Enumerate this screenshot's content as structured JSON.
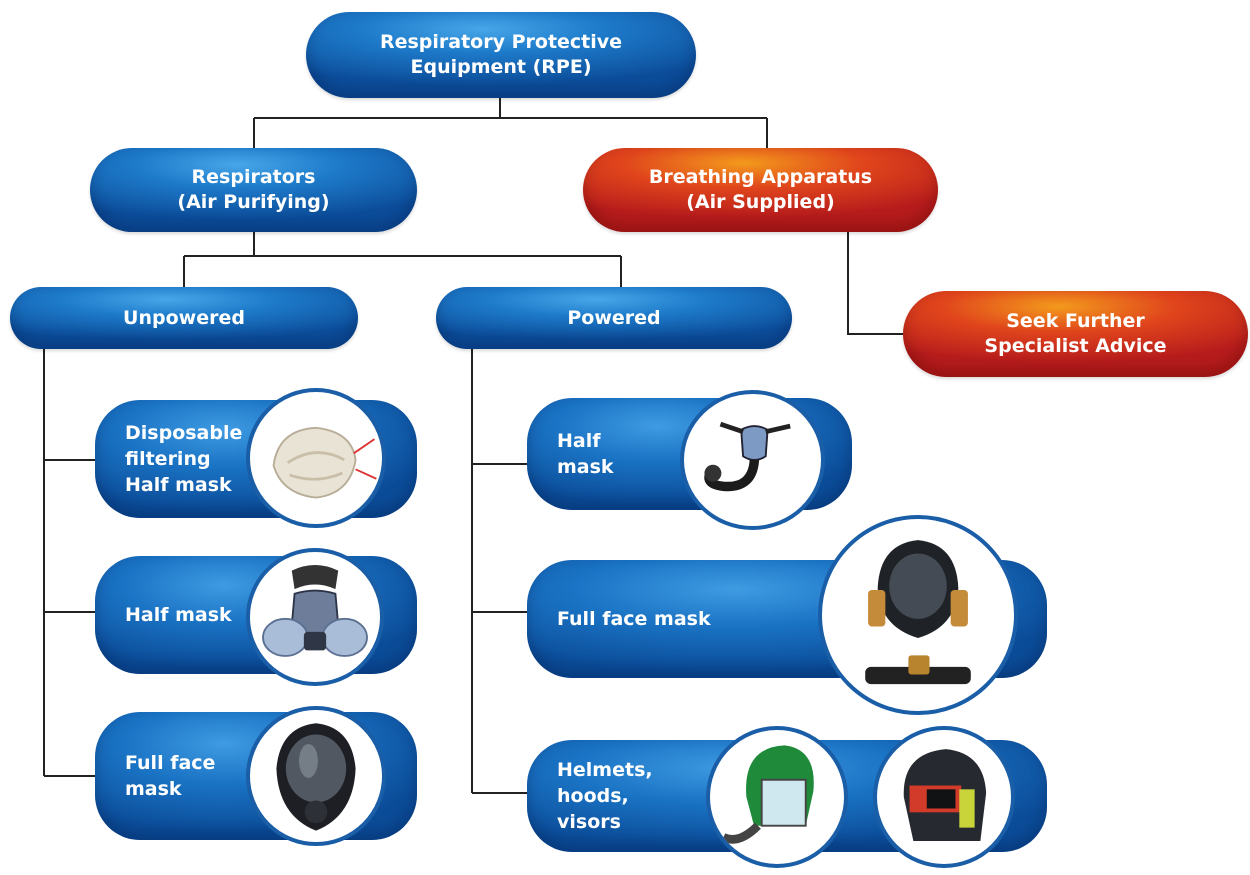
{
  "nodes": {
    "rpe": "Respiratory Protective\nEquipment (RPE)",
    "respirators": "Respirators\n(Air Purifying)",
    "breathing": "Breathing Apparatus\n(Air Supplied)",
    "unpowered": "Unpowered",
    "powered": "Powered",
    "specialist": "Seek Further\nSpecialist Advice"
  },
  "unpowered_items": [
    {
      "label": "Disposable\nfiltering\nHalf mask",
      "image": "disposable-respirator"
    },
    {
      "label": "Half mask",
      "image": "half-mask-respirator"
    },
    {
      "label": "Full face\nmask",
      "image": "full-face-mask"
    }
  ],
  "powered_items": [
    {
      "label": "Half\nmask",
      "image": "powered-half-mask"
    },
    {
      "label": "Full face mask",
      "image": "powered-full-face-mask"
    },
    {
      "label": "Helmets,\nhoods,\nvisors",
      "images": [
        "hood-with-hose",
        "welding-helmet"
      ]
    }
  ],
  "colors": {
    "blue": "#1a73c4",
    "red": "#e0451c",
    "connector": "#222222"
  }
}
